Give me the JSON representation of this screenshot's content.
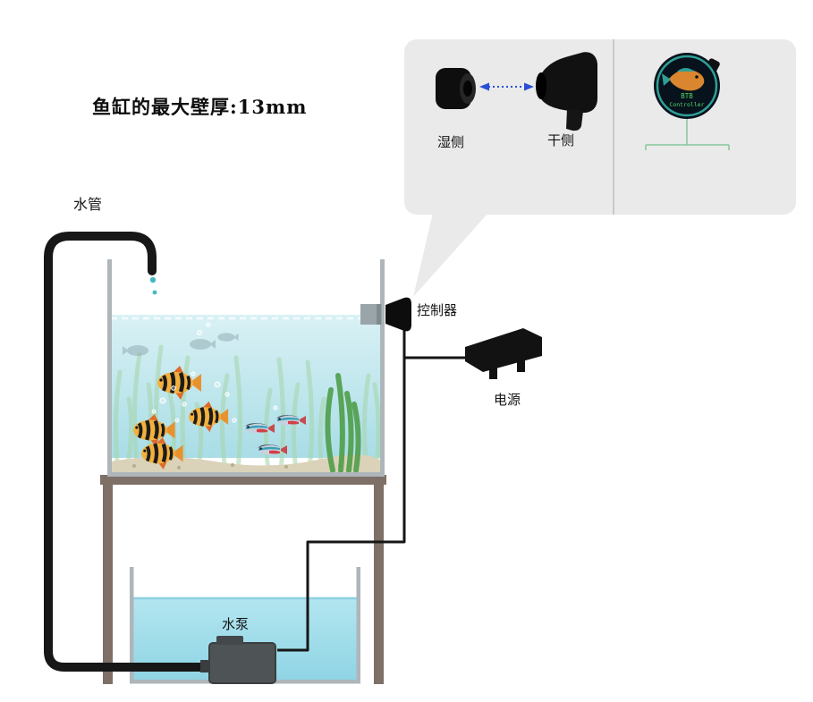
{
  "title": "鱼缸的最大壁厚:13mm",
  "callout": {
    "wet_label": "湿侧",
    "dry_label": "干侧",
    "device": {
      "line1": "BTB",
      "line2": "Controller"
    }
  },
  "labels": {
    "water_pipe": "水管",
    "controller": "控制器",
    "power": "电源",
    "pump": "水泵"
  },
  "colors": {
    "arrow_blue": "#2b4fd7",
    "callout_gray": "#eaeaea",
    "water_top": "#d9f1f5",
    "water_bottom": "#a9dde6",
    "sump_water_top": "#b3e6f0",
    "sump_water_bottom": "#8fd4e4",
    "pipe_black": "#171717",
    "stand_taupe": "#7e7066",
    "glass_gray": "#aeb6ba",
    "device_ring_teal": "#2f9f96",
    "device_text_green": "#53d86a",
    "barb_orange": "#f3b03c",
    "tetra_red": "#d33f47",
    "drip_teal": "#45b7c6"
  }
}
